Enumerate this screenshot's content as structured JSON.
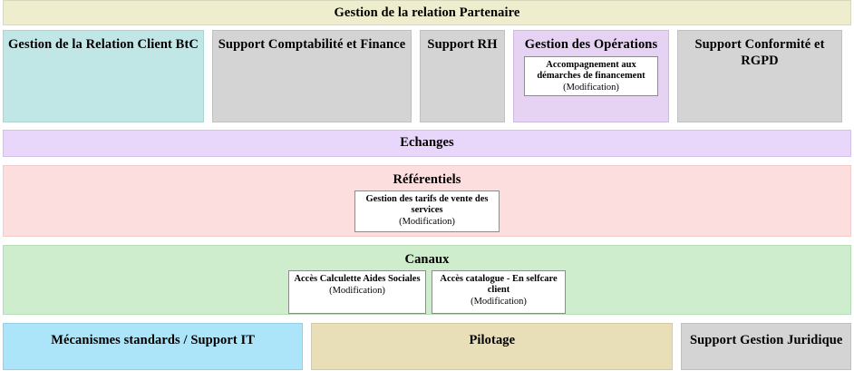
{
  "banner": {
    "title": "Gestion de la relation Partenaire"
  },
  "domains": [
    {
      "name": "Gestion de la Relation Client BtC",
      "color": "#c1e6e6",
      "cards": []
    },
    {
      "name": "Support Comptabilité et Finance",
      "color": "#d4d4d4",
      "cards": []
    },
    {
      "name": "Support RH",
      "color": "#d4d4d4",
      "cards": []
    },
    {
      "name": "Gestion des Opérations",
      "color": "#e6d2f2",
      "cards": [
        {
          "label": "Accompagnement aux démarches de financement",
          "state": "(Modification)"
        }
      ]
    },
    {
      "name": "Support Conformité et RGPD",
      "color": "#d4d4d4",
      "cards": []
    }
  ],
  "echanges": {
    "title": "Echanges",
    "color": "#e8d7fa"
  },
  "referentiels": {
    "title": "Référentiels",
    "color": "#fcdede",
    "cards": [
      {
        "label": "Gestion des tarifs de vente des services",
        "state": "(Modification)"
      }
    ]
  },
  "canaux": {
    "title": "Canaux",
    "color": "#cdedcd",
    "cards": [
      {
        "label": "Accès Calculette Aides Sociales",
        "state": "(Modification)"
      },
      {
        "label": "Accès catalogue - En selfcare client",
        "state": "(Modification)"
      }
    ]
  },
  "bottom": [
    {
      "name": "Mécanismes standards / Support IT",
      "color": "#ace5fa"
    },
    {
      "name": "Pilotage",
      "color": "#e8dfb8"
    },
    {
      "name": "Support Gestion Juridique",
      "color": "#d4d4d4"
    }
  ]
}
